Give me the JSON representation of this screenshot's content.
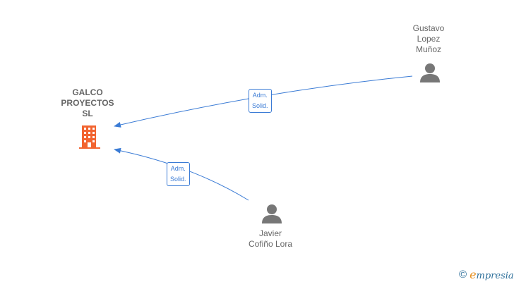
{
  "company": {
    "name": "GALCO\nPROYECTOS\nSL",
    "icon": "building-icon",
    "color": "#f26430"
  },
  "persons": [
    {
      "id": "gustavo",
      "name": "Gustavo\nLopez\nMuñoz",
      "icon": "person-icon"
    },
    {
      "id": "javier",
      "name": "Javier\nCofiño Lora",
      "icon": "person-icon"
    }
  ],
  "relations": [
    {
      "from": "gustavo",
      "to": "company",
      "label": "Adm.\nSolid."
    },
    {
      "from": "javier",
      "to": "company",
      "label": "Adm.\nSolid."
    }
  ],
  "colors": {
    "edge": "#3a7bd5",
    "person_icon": "#777777",
    "text": "#666666"
  },
  "footer": {
    "copyright": "©",
    "brand_initial": "e",
    "brand_rest": "mpresia"
  }
}
